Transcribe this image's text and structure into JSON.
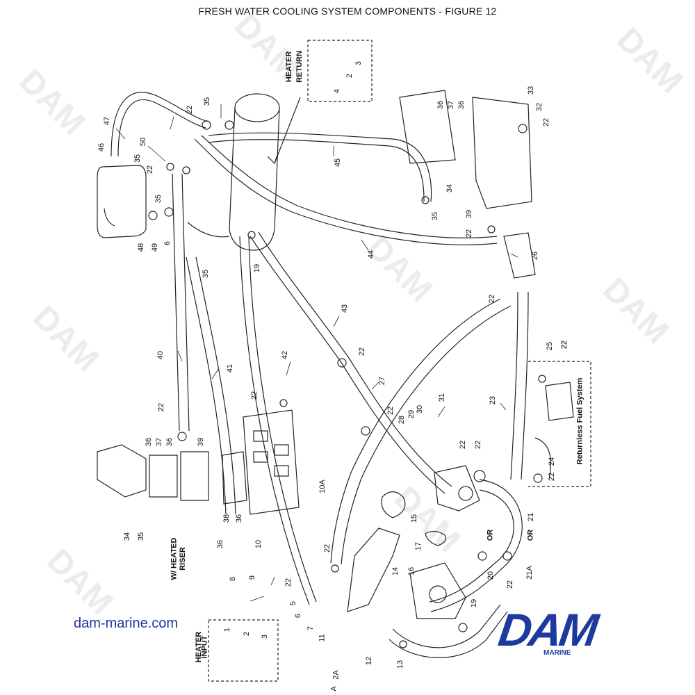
{
  "title": "FRESH WATER COOLING SYSTEM COMPONENTS - FIGURE 12",
  "watermark": "DAM",
  "website": "dam-marine.com",
  "logo": {
    "text": "DAM",
    "sub": "MARINE"
  },
  "section_labels": {
    "heater_return": [
      "HEATER",
      "RETURN"
    ],
    "heater_input": [
      "HEATER",
      "INPUT"
    ],
    "heated_riser": [
      "W/ HEATED",
      "RISER"
    ],
    "returnless": "Returnless Fuel System",
    "or1": "OR",
    "or2": "OR"
  },
  "part_labels": {
    "p47": "47",
    "p46": "46",
    "p50": "50",
    "p35a": "35",
    "p22a": "22",
    "p35b": "35",
    "p48": "48",
    "p49": "49",
    "p6": "6",
    "p35c": "35",
    "p22b": "22",
    "p35d": "35",
    "p3a": "3",
    "p2a": "2",
    "p4a": "4",
    "p45": "45",
    "p36a": "36",
    "p37a": "37",
    "p36b": "36",
    "p33": "33",
    "p32": "32",
    "p22c": "22",
    "p34a": "34",
    "p35e": "35",
    "p39a": "39",
    "p22d": "22",
    "p44": "44",
    "p26": "26",
    "p19a": "19",
    "p22e": "22",
    "p43": "43",
    "p22f": "22",
    "p42": "42",
    "p27": "27",
    "p40": "40",
    "p41": "41",
    "p22g": "22",
    "p25": "25",
    "p22h": "22",
    "p31": "31",
    "p23": "23",
    "p22i": "22",
    "p28": "28",
    "p29": "29",
    "p30": "30",
    "p22j": "22",
    "p36c": "36",
    "p37b": "37",
    "p36d": "36",
    "p39b": "39",
    "p22k": "22",
    "p22l": "22",
    "p22m": "22",
    "p24": "24",
    "p22n": "22",
    "p38": "38",
    "p36e": "36",
    "p10a": "10A",
    "p15": "15",
    "p21": "21",
    "p34b": "34",
    "p35f": "35",
    "p36f": "36",
    "p10": "10",
    "p22o": "22",
    "p17": "17",
    "p20": "20",
    "p21a": "21A",
    "p22p": "22",
    "p8": "8",
    "p9": "9",
    "p22q": "22",
    "p14": "14",
    "p16": "16",
    "p5": "5",
    "p6b": "6",
    "p7": "7",
    "p19b": "19",
    "p1": "1",
    "p2b": "2",
    "p3b": "3",
    "p11": "11",
    "p12": "12",
    "p13": "13",
    "p2A": "2A",
    "pA": "A"
  }
}
